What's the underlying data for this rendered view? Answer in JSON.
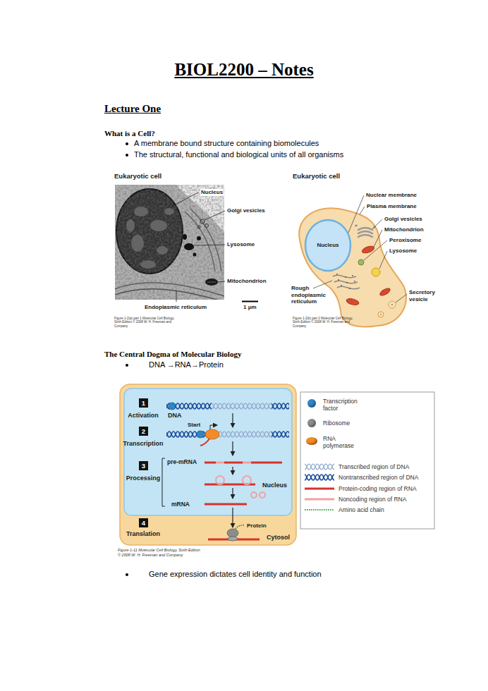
{
  "diagram": {
    "title": "BIOL2200 – Notes",
    "nodes": [
      {
        "text": [
          "1"
        ]
      },
      {
        "text": [
          "2"
        ]
      },
      {
        "text": [
          "3"
        ]
      },
      {
        "text": [
          "4"
        ]
      }
    ],
    "labels": [
      "Lecture One",
      "What is a Cell?",
      "A membrane bound structure containing biomolecules",
      "The structural, functional and biological units of all organisms",
      "Eukaryotic cell",
      "Nucleus",
      "Golgi vesicles",
      "Lysosome",
      "Mitochondrion",
      "Endoplasmic reticulum",
      "1 μm",
      "Figure 1-2(a) part 1 Molecular Cell Biology, Sixth Edition © 2008 W. H. Freeman and Company",
      "Eukaryotic cell",
      "Nuclear membrane",
      "Plasma membrane",
      "Golgi vesicles",
      "Mitochondrion",
      "Peroxisome",
      "Lysosome",
      "Secretory vesicle",
      "Nucleus",
      "Rough endoplasmic reticulum",
      "Figure 1-2(b) part 2 Molecular Cell Biology, Sixth Edition © 2008 W. H. Freeman and Company",
      "The Central Dogma of Molecular Biology",
      "DNA →RNA→Protein",
      "Activation",
      "DNA",
      "Start",
      "Transcription",
      "pre-mRNA",
      "Processing",
      "Nucleus",
      "mRNA",
      "Protein",
      "Translation",
      "Cytosol",
      "Figure 1-11 Molecular Cell Biology, Sixth Edition © 2008 W. H. Freeman and Company",
      "Gene expression dictates cell identity and function"
    ],
    "legend": [
      {
        "text": "Transcription factor",
        "color": "#2f86c8"
      },
      {
        "text": "Ribosome",
        "color": "#8c8c8c"
      },
      {
        "text": "RNA polymerase",
        "color": "#f28c28"
      },
      {
        "text": "Transcribed region of DNA"
      },
      {
        "text": "Nontranscribed region of DNA"
      },
      {
        "text": "Protein-coding region of RNA"
      },
      {
        "text": "Noncoding region of RNA"
      },
      {
        "text": "Amino acid chain"
      }
    ]
  }
}
